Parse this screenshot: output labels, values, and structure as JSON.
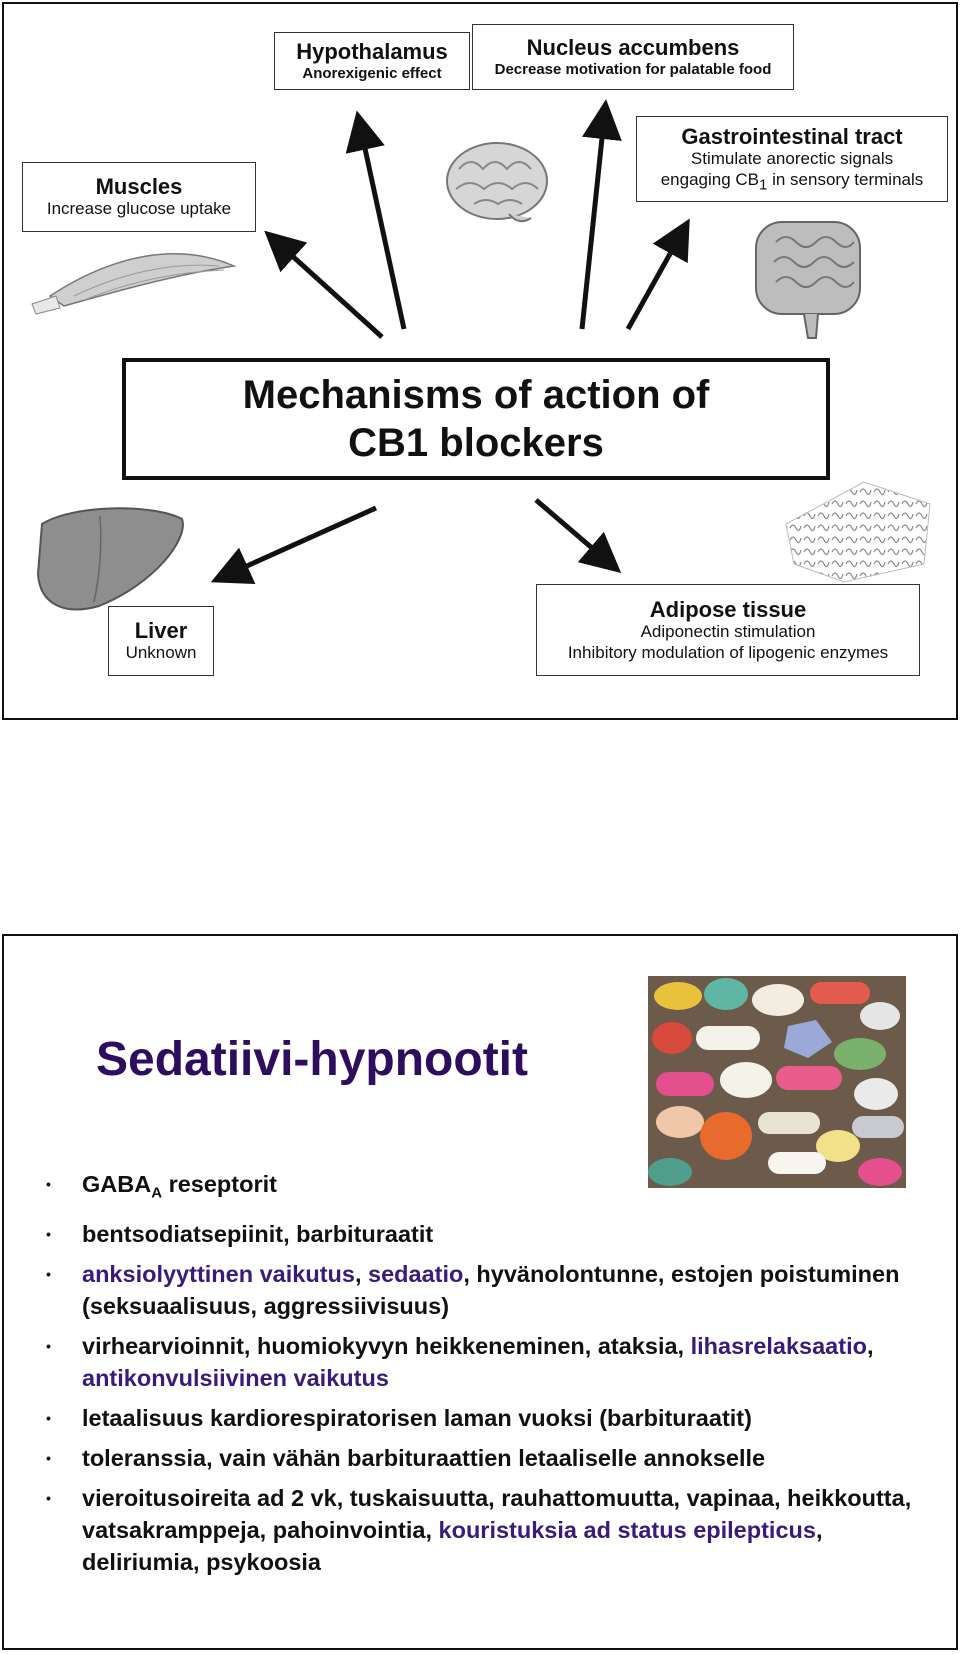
{
  "slide1": {
    "center": {
      "line1": "Mechanisms of action of",
      "line2": "CB1 blockers"
    },
    "hypothalamus": {
      "title": "Hypothalamus",
      "sub": "Anorexigenic effect"
    },
    "nucleus": {
      "title": "Nucleus accumbens",
      "sub": "Decrease motivation for palatable food"
    },
    "gi": {
      "title": "Gastrointestinal tract",
      "sub1": "Stimulate anorectic signals",
      "sub2_pre": "engaging CB",
      "sub2_subscript": "1",
      "sub2_post": " in sensory terminals"
    },
    "muscles": {
      "title": "Muscles",
      "sub": "Increase glucose uptake"
    },
    "liver": {
      "title": "Liver",
      "sub": "Unknown"
    },
    "adipose": {
      "title": "Adipose tissue",
      "sub1": "Adiponectin stimulation",
      "sub2": "Inhibitory modulation of lipogenic enzymes"
    }
  },
  "slide2": {
    "title": "Sedatiivi-hypnootit",
    "bullets": [
      {
        "a": "GABA",
        "sub": "A",
        "b": " reseptorit"
      },
      {
        "a": "bentsodiatsepiinit, barbituraatit"
      },
      {
        "hl1": "anksiolyyttinen vaikutus",
        "t1": ", ",
        "hl2": "sedaatio",
        "t2": ", hyvänolontunne, estojen poistuminen (seksuaalisuus, aggressiivisuus)"
      },
      {
        "t1": "virhearvioinnit, huomiokyvyn heikkeneminen, ataksia, ",
        "hl1": "lihasrelaksaatio",
        "t2": ", ",
        "hl2": "antikonvulsiivinen vaikutus"
      },
      {
        "a": "letaalisuus kardiorespiratorisen laman vuoksi (barbituraatit)"
      },
      {
        "a": "toleranssia, vain vähän barbituraattien letaaliselle annokselle"
      },
      {
        "t1": "vieroitusoireita ad 2 vk, tuskaisuutta, rauhattomuutta, vapinaa, heikkoutta, vatsakramppeja, pahoinvointia, ",
        "hl1": "kouristuksia ad status epilepticus",
        "t2": ", deliriumia, psykoosia"
      }
    ]
  }
}
